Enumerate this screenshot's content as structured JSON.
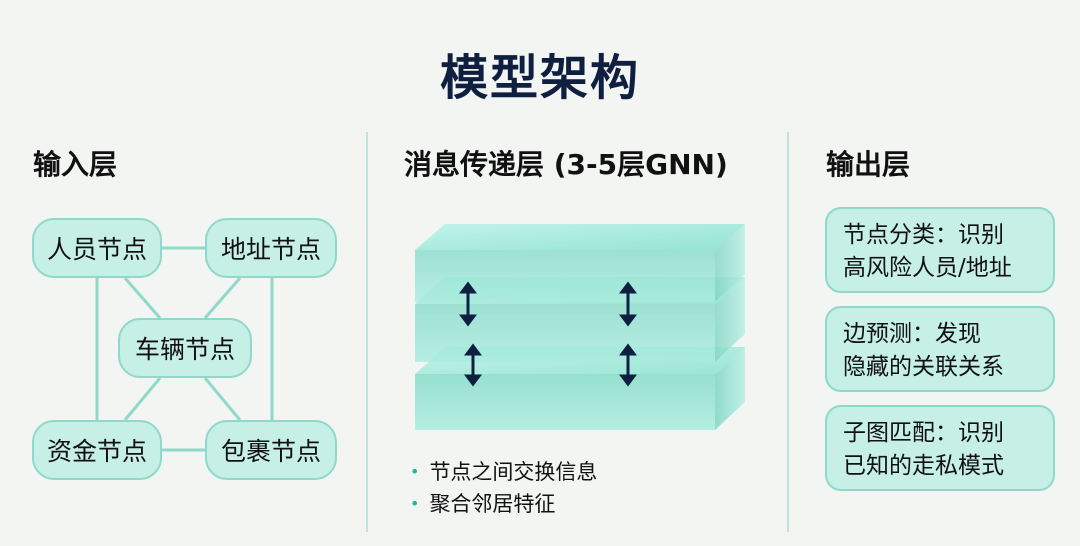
{
  "title": "模型架构",
  "input": {
    "heading": "输入层",
    "nodes": {
      "person": "人员节点",
      "address": "地址节点",
      "vehicle": "车辆节点",
      "funds": "资金节点",
      "parcel": "包裹节点"
    }
  },
  "message": {
    "heading": "消息传递层 (3-5层GNN)",
    "bullets": [
      "节点之间交换信息",
      "聚合邻居特征"
    ]
  },
  "output": {
    "heading": "输出层",
    "boxes": [
      {
        "line1": "节点分类：识别",
        "line2": "高风险人员/地址"
      },
      {
        "line1": "边预测：发现",
        "line2": "隐藏的关联关系"
      },
      {
        "line1": "子图匹配：识别",
        "line2": "已知的走私模式"
      }
    ]
  },
  "colors": {
    "title": "#0f1f40",
    "node_fill": "#c6efe6",
    "node_border": "#8fd9ca",
    "layer_fill": "#9fe6d6",
    "arrow": "#0f1f40"
  },
  "icons": [
    "up-down-arrow-icon"
  ]
}
